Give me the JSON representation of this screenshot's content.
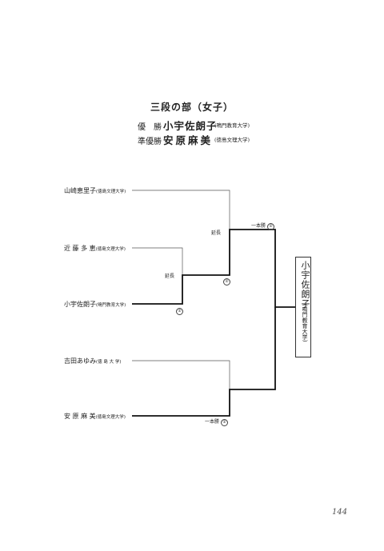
{
  "title": "三段の部（女子）",
  "results": {
    "champion": {
      "label": "優　勝",
      "name": "小宇佐朗子",
      "school": "(鳴門教育大学)"
    },
    "runner_up": {
      "label": "準優勝",
      "name": "安原麻美",
      "school": "(徳島文理大学)"
    }
  },
  "players": [
    {
      "name": "山崎恵里子",
      "school": "(徳島文理大学)"
    },
    {
      "name": "近 藤 多 恵",
      "school": "(徳島文理大学)"
    },
    {
      "name": "小宇佐朗子",
      "school": "(鳴門教育大学)"
    },
    {
      "name": "吉田あゆみ",
      "school": "(徳 島 大 学)"
    },
    {
      "name": "安 原 麻 美",
      "school": "(徳島文理大学)"
    }
  ],
  "notes": {
    "encho_1": "延長",
    "encho_2": "延長",
    "ippon_final": "一本勝",
    "ippon_semi": "一本勝"
  },
  "marks": {
    "final": "②",
    "semi": "②",
    "round2": "②",
    "round1": "②"
  },
  "winner": {
    "name": "小宇佐朗子",
    "school": "(鳴門教育大学)"
  },
  "page_number": "144"
}
